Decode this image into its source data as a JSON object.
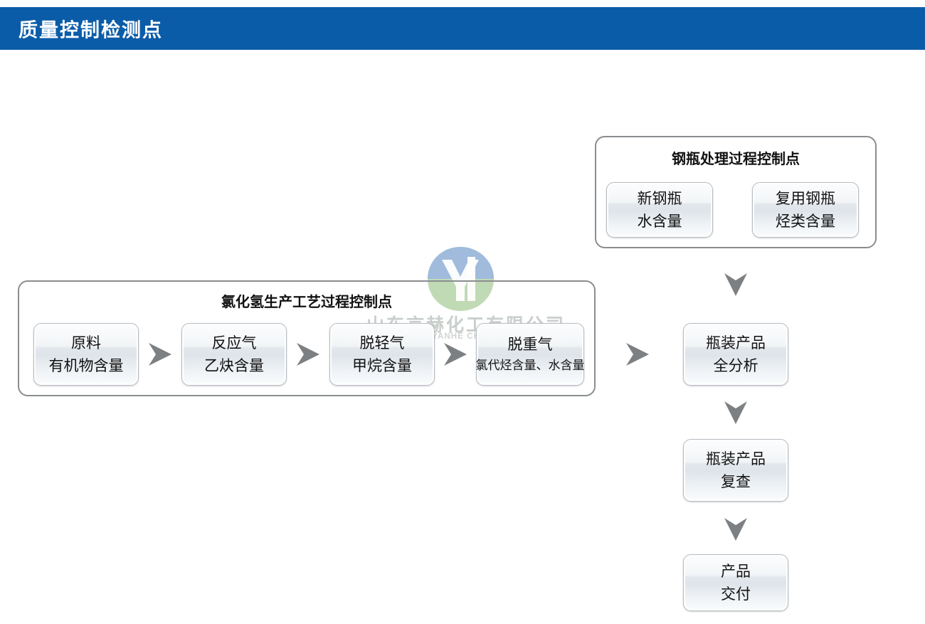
{
  "header": {
    "title": "质量控制检测点",
    "bar_color": "#0b5ca8",
    "text_color": "#ffffff"
  },
  "watermark": {
    "company_cn": "山东言赫化工有限公司",
    "company_en": "SHANDONG YANHE CHEMICAL CO.,LTD",
    "logo_colors": {
      "blue": "#9cb7e0",
      "green": "#b5d3a8"
    }
  },
  "groups": {
    "cylinder": {
      "title": "钢瓶处理过程控制点",
      "nodes": [
        {
          "line1": "新钢瓶",
          "line2": "水含量"
        },
        {
          "line1": "复用钢瓶",
          "line2": "烃类含量"
        }
      ]
    },
    "process": {
      "title": "氯化氢生产工艺过程控制点",
      "nodes": [
        {
          "line1": "原料",
          "line2": "有机物含量"
        },
        {
          "line1": "反应气",
          "line2": "乙炔含量"
        },
        {
          "line1": "脱轻气",
          "line2": "甲烷含量"
        },
        {
          "line1": "脱重气",
          "line2": "氯代烃含量、水含量"
        }
      ]
    }
  },
  "output_chain": {
    "nodes": [
      {
        "line1": "瓶装产品",
        "line2": "全分析"
      },
      {
        "line1": "瓶装产品",
        "line2": "复查"
      },
      {
        "line1": "产品",
        "line2": "交付"
      }
    ]
  },
  "arrows": {
    "color": "#7d8083",
    "right_count": 4,
    "down_count": 3
  }
}
